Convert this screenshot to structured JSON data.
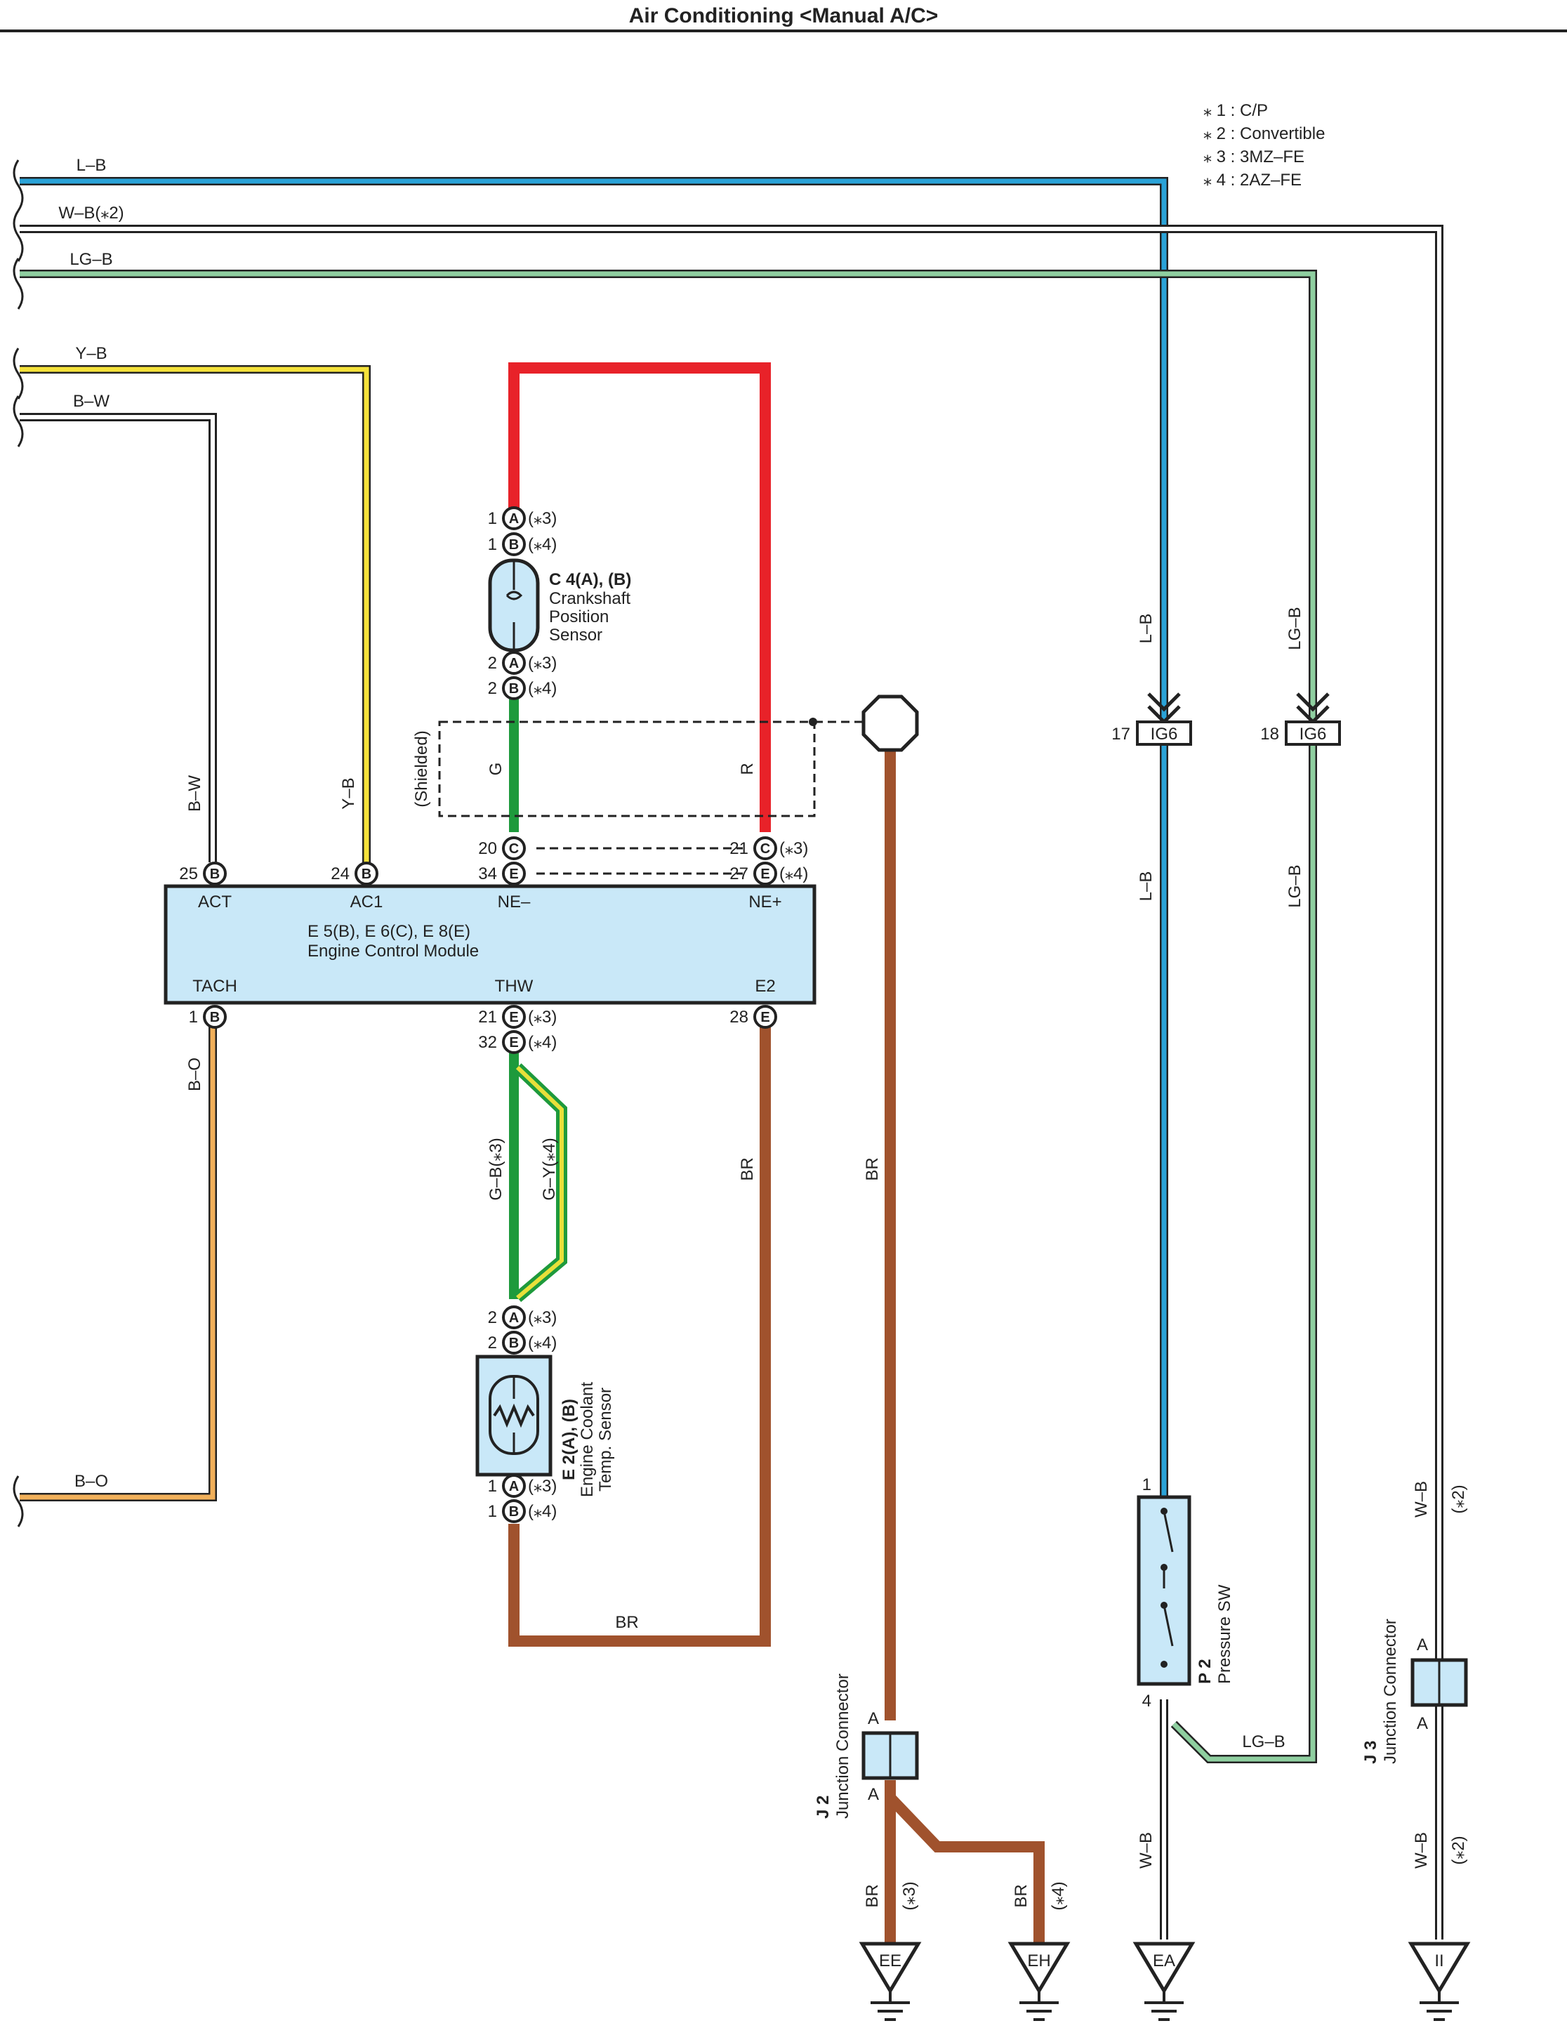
{
  "title": "Air Conditioning <Manual A/C>",
  "legend": [
    "⁎ 1 : C/P",
    "⁎ 2 : Convertible",
    "⁎ 3 : 3MZ–FE",
    "⁎ 4 : 2AZ–FE"
  ],
  "colors": {
    "L-B": "#2aa3d8",
    "W-B": "#ffffff",
    "LG-B": "#8fcfa0",
    "Y-B": "#f5e23a",
    "B-W": "#ffffff",
    "B-O": "#f1b05a",
    "G": "#1e9a3c",
    "R": "#e82229",
    "BR": "#a0522d",
    "G-Y": "#e8e03a",
    "component": "#c9e8f8"
  },
  "wires": {
    "lb": "L–B",
    "wb2": "W–B(⁎2)",
    "lgb": "LG–B",
    "yb": "Y–B",
    "bw": "B–W",
    "bo": "B–O",
    "g": "G",
    "r": "R",
    "br": "BR",
    "gb3": "G–B(⁎3)",
    "gy4": "G–Y(⁎4)",
    "shielded": "(Shielded)",
    "wb": "W–B",
    "s2": "(⁎2)",
    "s3": "(⁎3)",
    "s4": "(⁎4)"
  },
  "ecm": {
    "name_codes": "E 5(B), E 6(C), E 8(E)",
    "name": "Engine Control Module",
    "act": "ACT",
    "ac1": "AC1",
    "ne_minus": "NE–",
    "ne_plus": "NE+",
    "tach": "TACH",
    "thw": "THW",
    "e2": "E2",
    "pins": {
      "act": {
        "num": "25",
        "letter": "B"
      },
      "ac1": {
        "num": "24",
        "letter": "B"
      },
      "nem_c": {
        "num": "20",
        "letter": "C"
      },
      "nem_e": {
        "num": "34",
        "letter": "E"
      },
      "nep_c": {
        "num": "21",
        "letter": "C",
        "note": "(⁎3)"
      },
      "nep_e": {
        "num": "27",
        "letter": "E",
        "note": "(⁎4)"
      },
      "tach": {
        "num": "1",
        "letter": "B"
      },
      "thw_a": {
        "num": "21",
        "letter": "E",
        "note": "(⁎3)"
      },
      "thw_b": {
        "num": "32",
        "letter": "E",
        "note": "(⁎4)"
      },
      "e2": {
        "num": "28",
        "letter": "E"
      }
    }
  },
  "crank": {
    "code": "C 4(A), (B)",
    "name1": "Crankshaft",
    "name2": "Position",
    "name3": "Sensor",
    "pins": [
      {
        "num": "1",
        "letter": "A",
        "note": "(⁎3)"
      },
      {
        "num": "1",
        "letter": "B",
        "note": "(⁎4)"
      },
      {
        "num": "2",
        "letter": "A",
        "note": "(⁎3)"
      },
      {
        "num": "2",
        "letter": "B",
        "note": "(⁎4)"
      }
    ]
  },
  "coolant": {
    "code": "E 2(A), (B)",
    "name1": "Engine Coolant",
    "name2": "Temp.  Sensor",
    "pins": [
      {
        "num": "2",
        "letter": "A",
        "note": "(⁎3)"
      },
      {
        "num": "2",
        "letter": "B",
        "note": "(⁎4)"
      },
      {
        "num": "1",
        "letter": "A",
        "note": "(⁎3)"
      },
      {
        "num": "1",
        "letter": "B",
        "note": "(⁎4)"
      }
    ]
  },
  "ig6_17": {
    "num": "17",
    "code": "IG6"
  },
  "ig6_18": {
    "num": "18",
    "code": "IG6"
  },
  "pressure_sw": {
    "code": "P 2",
    "name": "Pressure SW",
    "pin_top": "1",
    "pin_bottom": "4"
  },
  "j2": {
    "code": "J 2",
    "name": "Junction Connector",
    "a_top": "A",
    "a_bottom": "A"
  },
  "j3": {
    "code": "J 3",
    "name": "Junction Connector",
    "a_top": "A",
    "a_bottom": "A"
  },
  "grounds": {
    "ee": "EE",
    "eh": "EH",
    "ea": "EA",
    "ii": "II"
  }
}
